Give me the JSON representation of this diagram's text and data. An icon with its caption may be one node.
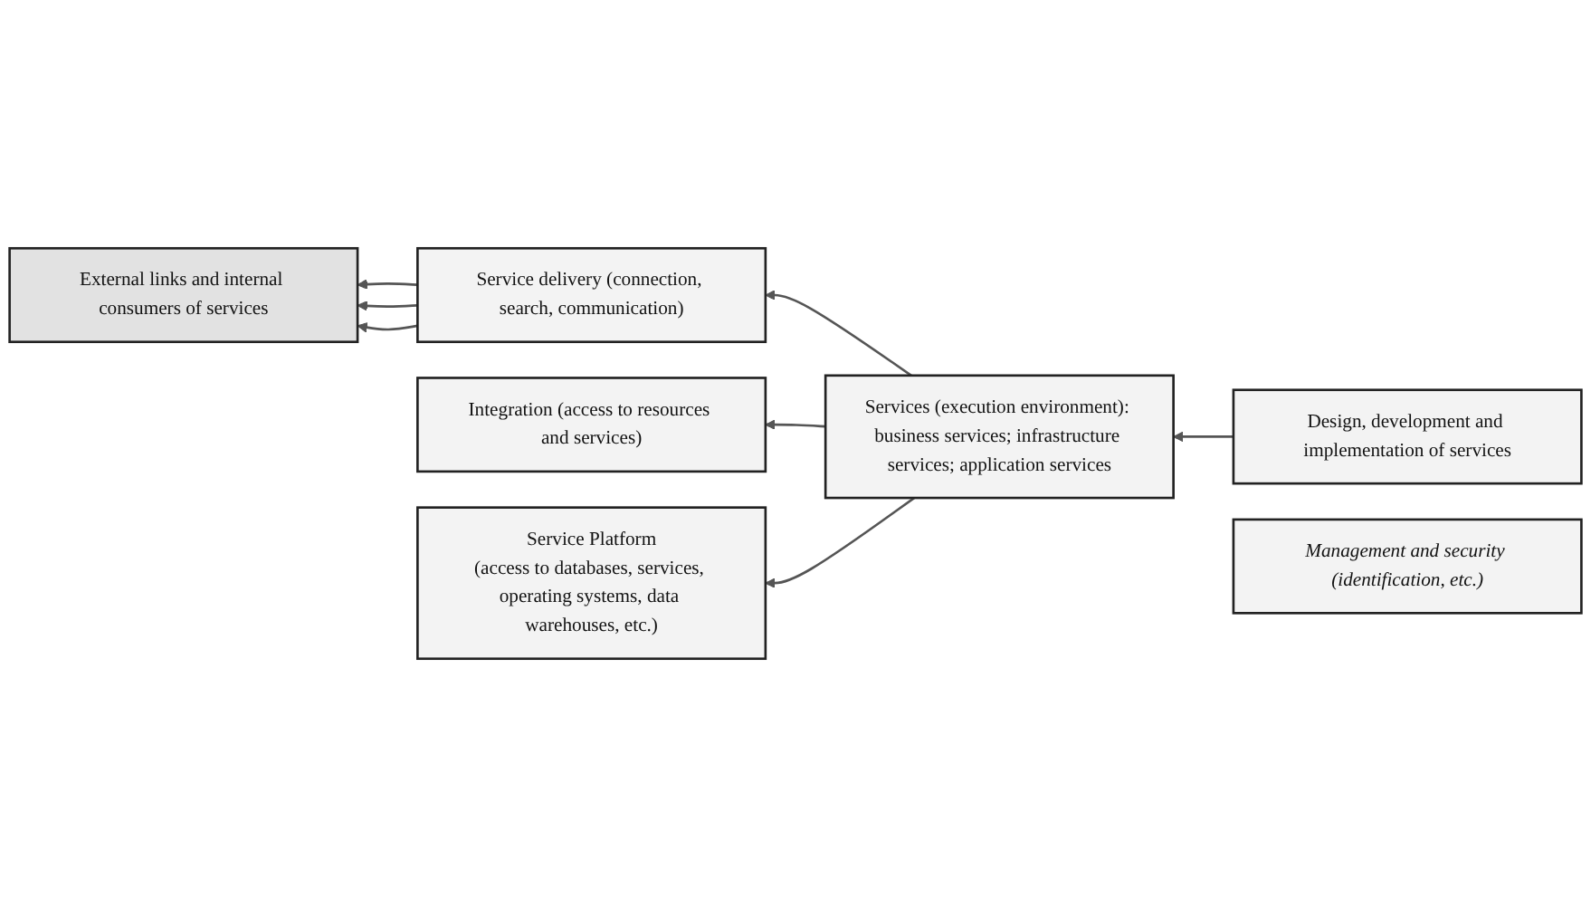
{
  "diagram": {
    "nodes": [
      {
        "text": [
          "External links and internal consumers of services"
        ]
      },
      {
        "text": [
          "Design, development and implementation of services"
        ]
      },
      {
        "text": [
          "Service delivery (connection, search, communication)"
        ]
      },
      {
        "text": [
          "Services (execution environment): business services; infrastructure services; application services"
        ]
      },
      {
        "text": [
          "Integration (access to resources and services)"
        ]
      },
      {
        "text": [
          "Service Platform",
          "(access to databases, services, operating systems, data warehouses, etc.)"
        ]
      },
      {
        "text": [
          "Management and security (identification, etc.)"
        ]
      }
    ],
    "edges": [
      {
        "from": 2,
        "to": 0,
        "arrow": "to"
      },
      {
        "from": 2,
        "to": 0,
        "arrow": "to"
      },
      {
        "from": 2,
        "to": 0,
        "arrow": "to"
      },
      {
        "from": 1,
        "to": 3,
        "arrow": "to"
      },
      {
        "from": 3,
        "to": 2,
        "arrow": "to"
      },
      {
        "from": 3,
        "to": 4,
        "arrow": "to"
      },
      {
        "from": 3,
        "to": 5,
        "arrow": "to"
      }
    ]
  }
}
